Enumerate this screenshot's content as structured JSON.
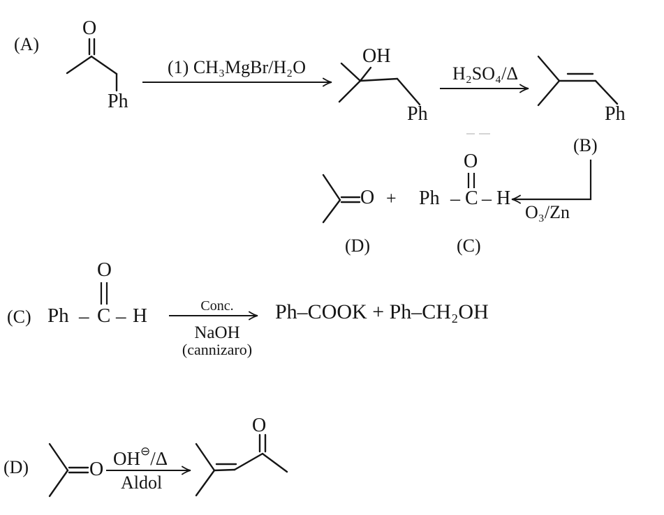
{
  "reaction_a": {
    "label": "(A)",
    "ketone": {
      "carbonyl_o": "O",
      "phenyl": "Ph"
    },
    "step1_reagent": "(1) CH₃MgBr/H₂O",
    "alcohol": {
      "hydroxyl": "OH",
      "phenyl": "Ph"
    },
    "step2_reagent": "H₂SO₄/Δ",
    "alkene": {
      "phenyl": "Ph",
      "label": "(B)"
    }
  },
  "ozonolysis": {
    "reagent": "O₃/Zn",
    "acetone": {
      "carbonyl_o": "O",
      "label": "(D)"
    },
    "plus": "+",
    "benzaldehyde": {
      "ph": "Ph",
      "bond1": "–",
      "c": "C",
      "bond2": "–",
      "h": "H",
      "carbonyl_o": "O",
      "label": "(C)"
    }
  },
  "cannizzaro": {
    "label": "(C)",
    "benzaldehyde": {
      "ph": "Ph",
      "bond1": "–",
      "c": "C",
      "bond2": "–",
      "h": "H",
      "carbonyl_o": "O"
    },
    "arrow_above": "Conc.",
    "arrow_below_line1": "NaOH",
    "arrow_below_line2": "(cannizaro)",
    "products": "Ph–COOK + Ph–CH₂OH"
  },
  "aldol": {
    "label": "(D)",
    "acetone": {
      "carbonyl_o": "O"
    },
    "arrow_above_oh": "OH",
    "arrow_above_charge": "⊖",
    "arrow_above_delta": "/Δ",
    "arrow_below": "Aldol",
    "product": {
      "carbonyl_o": "O"
    }
  }
}
